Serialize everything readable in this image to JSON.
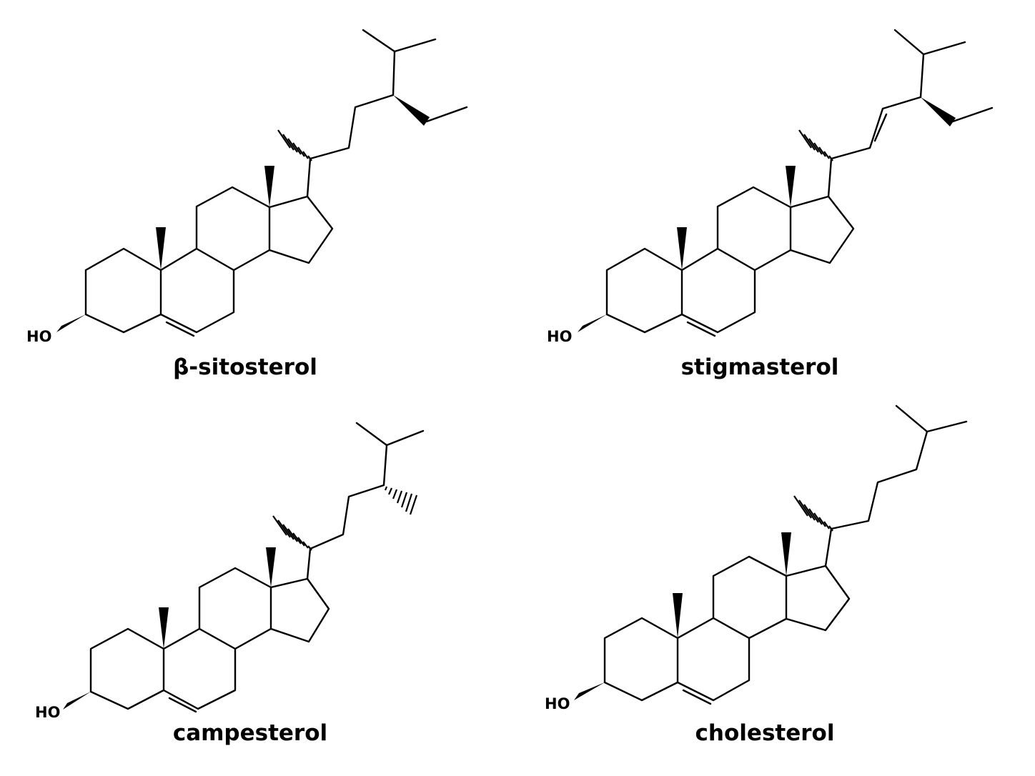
{
  "molecules": [
    {
      "name": "β-sitosterol",
      "hydroxyl_label": "HO"
    },
    {
      "name": "stigmasterol",
      "hydroxyl_label": "HO"
    },
    {
      "name": "campesterol",
      "hydroxyl_label": "HO"
    },
    {
      "name": "cholesterol",
      "hydroxyl_label": "HO"
    }
  ]
}
